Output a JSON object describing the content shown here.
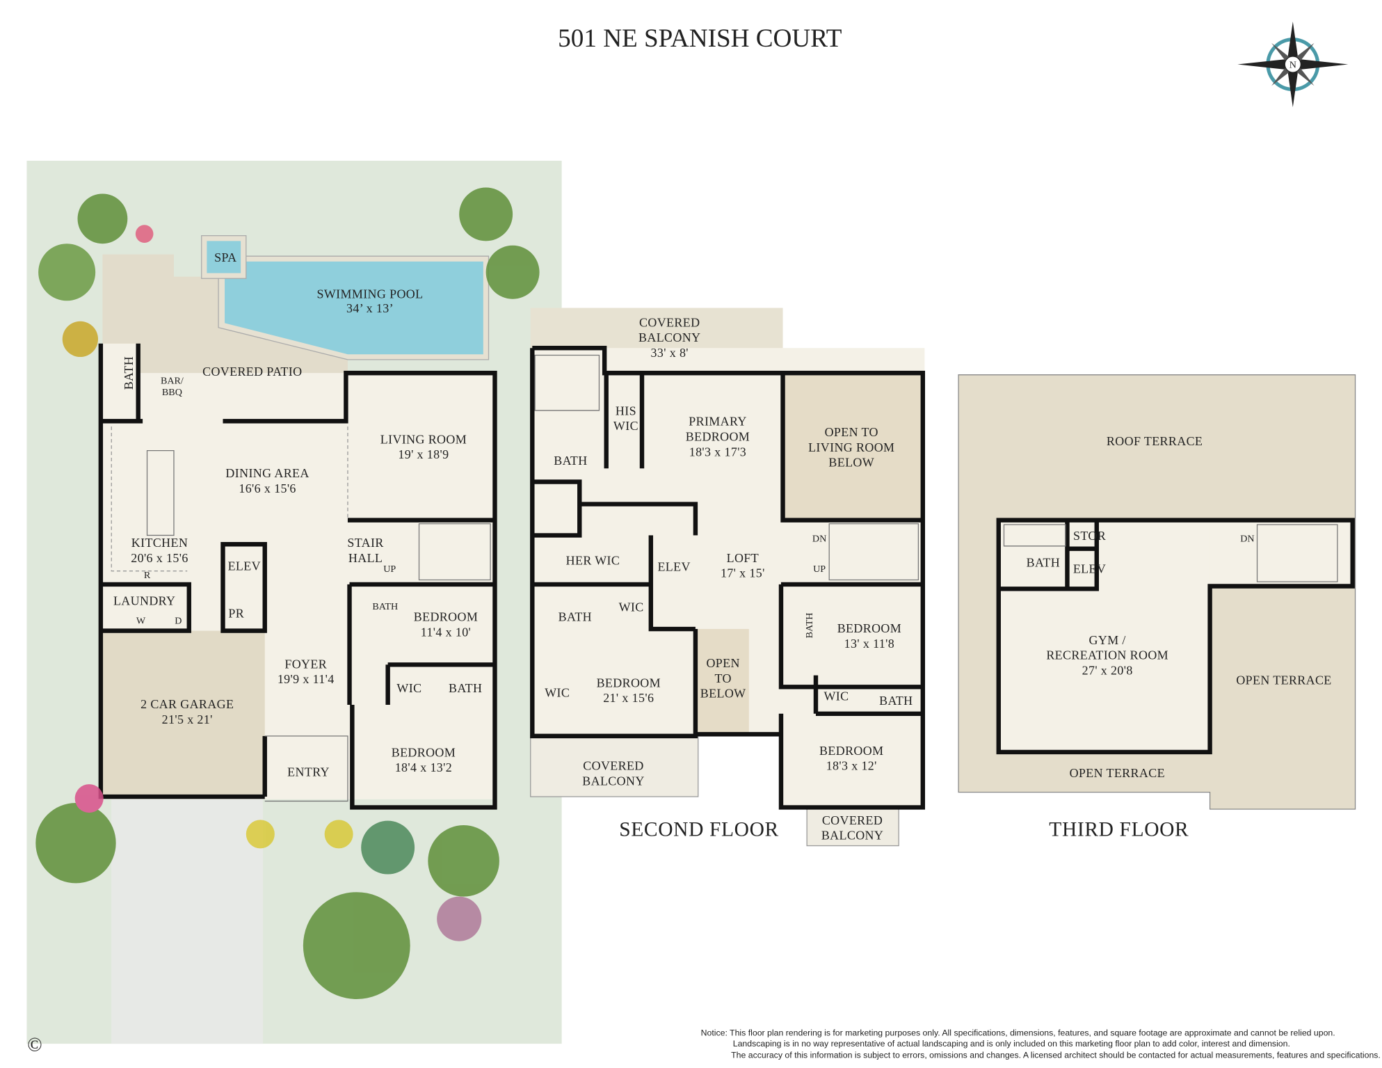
{
  "title": "501 NE SPANISH COURT",
  "compass": {
    "icon": "compass-rose-icon",
    "letter": "N"
  },
  "colors": {
    "landscape": "#dfe8db",
    "pool": "#8fcfdc",
    "interior": "#f4f1e7",
    "terrace": "#e4ddcb",
    "walls": "#111111"
  },
  "first_floor": {
    "spa": "SPA",
    "pool": {
      "name": "SWIMMING POOL",
      "dims": "34’ x 13’"
    },
    "covered_patio": "COVERED PATIO",
    "bath": "BATH",
    "bar_bbq": [
      "BAR/",
      "BBQ"
    ],
    "living_room": {
      "name": "LIVING ROOM",
      "dims": "19' x 18'9"
    },
    "dining_area": {
      "name": "DINING AREA",
      "dims": "16'6 x 15'6"
    },
    "kitchen": {
      "name": "KITCHEN",
      "dims": "20'6 x 15'6"
    },
    "fridge": "R",
    "stair_hall": [
      "STAIR",
      "HALL"
    ],
    "up": "UP",
    "elev": "ELEV",
    "laundry": "LAUNDRY",
    "washer": "W",
    "dryer": "D",
    "pr": "PR",
    "bath2": "BATH",
    "bedroom1": {
      "name": "BEDROOM",
      "dims": "11'4 x 10'"
    },
    "foyer": {
      "name": "FOYER",
      "dims": "19'9 x 11'4"
    },
    "wic": "WIC",
    "bath3": "BATH",
    "garage": {
      "name": "2 CAR GARAGE",
      "dims": "21'5 x 21'"
    },
    "entry": "ENTRY",
    "bedroom2": {
      "name": "BEDROOM",
      "dims": "18'4 x 13'2"
    }
  },
  "second_floor": {
    "label": "SECOND FLOOR",
    "covered_balcony_top": {
      "name": [
        "COVERED",
        "BALCONY"
      ],
      "dims": "33' x 8'"
    },
    "bath": "BATH",
    "his_wic": [
      "HIS",
      "WIC"
    ],
    "primary_bedroom": {
      "name": [
        "PRIMARY",
        "BEDROOM"
      ],
      "dims": "18'3 x 17'3"
    },
    "open_to_living": [
      "OPEN TO",
      "LIVING ROOM",
      "BELOW"
    ],
    "her_wic": "HER WIC",
    "elev": "ELEV",
    "loft": {
      "name": "LOFT",
      "dims": "17' x 15'"
    },
    "dn": "DN",
    "up": "UP",
    "bath2": "BATH",
    "wic": "WIC",
    "bedroom_a": {
      "name": "BEDROOM",
      "dims": "21' x 15'6"
    },
    "wic2": "WIC",
    "open_to_below": [
      "OPEN",
      "TO",
      "BELOW"
    ],
    "bath3": "BATH",
    "bedroom_b": {
      "name": "BEDROOM",
      "dims": "13' x 11'8"
    },
    "wic3": "WIC",
    "bath4": "BATH",
    "bedroom_c": {
      "name": "BEDROOM",
      "dims": "18'3 x 12'"
    },
    "covered_balcony_left": [
      "COVERED",
      "BALCONY"
    ],
    "covered_balcony_right": [
      "COVERED",
      "BALCONY"
    ]
  },
  "third_floor": {
    "label": "THIRD FLOOR",
    "roof_terrace": "ROOF TERRACE",
    "bath": "BATH",
    "stor": "STOR",
    "elev": "ELEV",
    "dn": "DN",
    "gym": {
      "name": [
        "GYM /",
        "RECREATION ROOM"
      ],
      "dims": "27' x 20'8"
    },
    "open_terrace_right": "OPEN TERRACE",
    "open_terrace_bottom": "OPEN TERRACE"
  },
  "copyright": "©",
  "notice": [
    "Notice:  This floor plan rendering is for marketing purposes only. All specifications, dimensions, features, and square footage are approximate and cannot be relied upon.",
    "Landscaping is in no way representative of actual landscaping and is only included on this marketing floor plan to add color, interest and dimension.",
    "The accuracy of this information is subject to errors, omissions and changes. A licensed architect should be contacted for actual measurements, features and specifications."
  ]
}
